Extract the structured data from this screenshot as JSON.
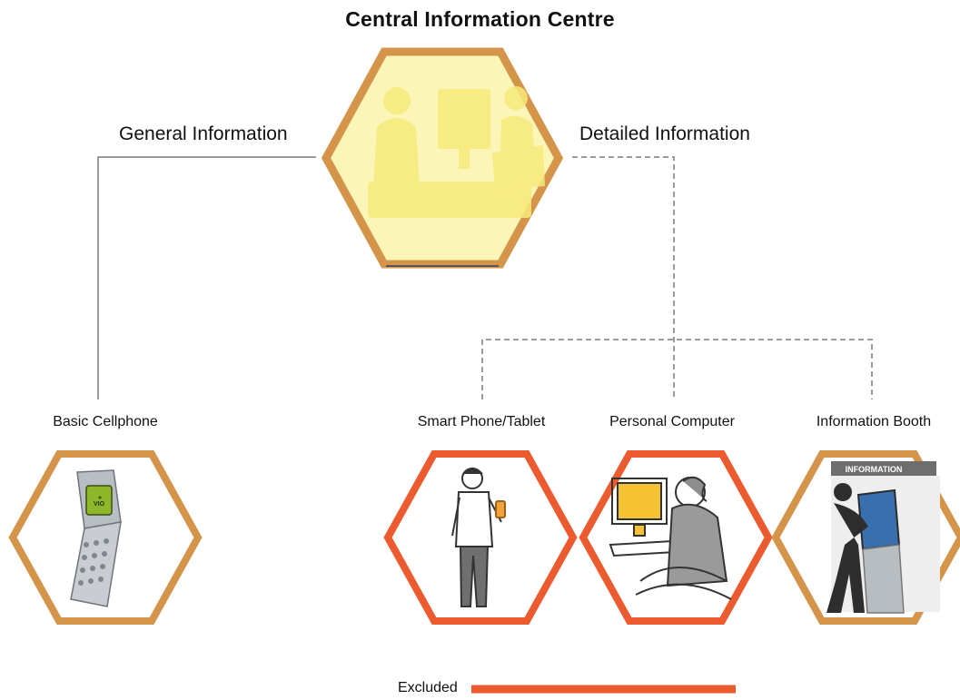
{
  "title": "Central Information Centre",
  "branches": {
    "general": "General Information",
    "detailed": "Detailed Information"
  },
  "nodes": [
    {
      "id": "basic-cellphone",
      "label": "Basic Cellphone",
      "status": "included",
      "icon": "flip-phone-icon"
    },
    {
      "id": "smart-phone-tablet",
      "label": "Smart Phone/Tablet",
      "status": "excluded",
      "icon": "person-with-phone-icon"
    },
    {
      "id": "personal-computer",
      "label": "Personal Computer",
      "status": "excluded",
      "icon": "person-at-computer-icon"
    },
    {
      "id": "information-booth",
      "label": "Information Booth",
      "status": "included",
      "icon": "information-kiosk-icon"
    }
  ],
  "kiosk_sign_text": "INFORMATION",
  "phone_screen_text": "VIO",
  "legend": {
    "label": "Excluded"
  },
  "colors": {
    "included_border": "#D4944A",
    "excluded_border": "#EC5B2F",
    "center_fill": "#FCF5B8",
    "solid_line": "#9B9B9B",
    "dashed_line": "#9B9B9B"
  }
}
